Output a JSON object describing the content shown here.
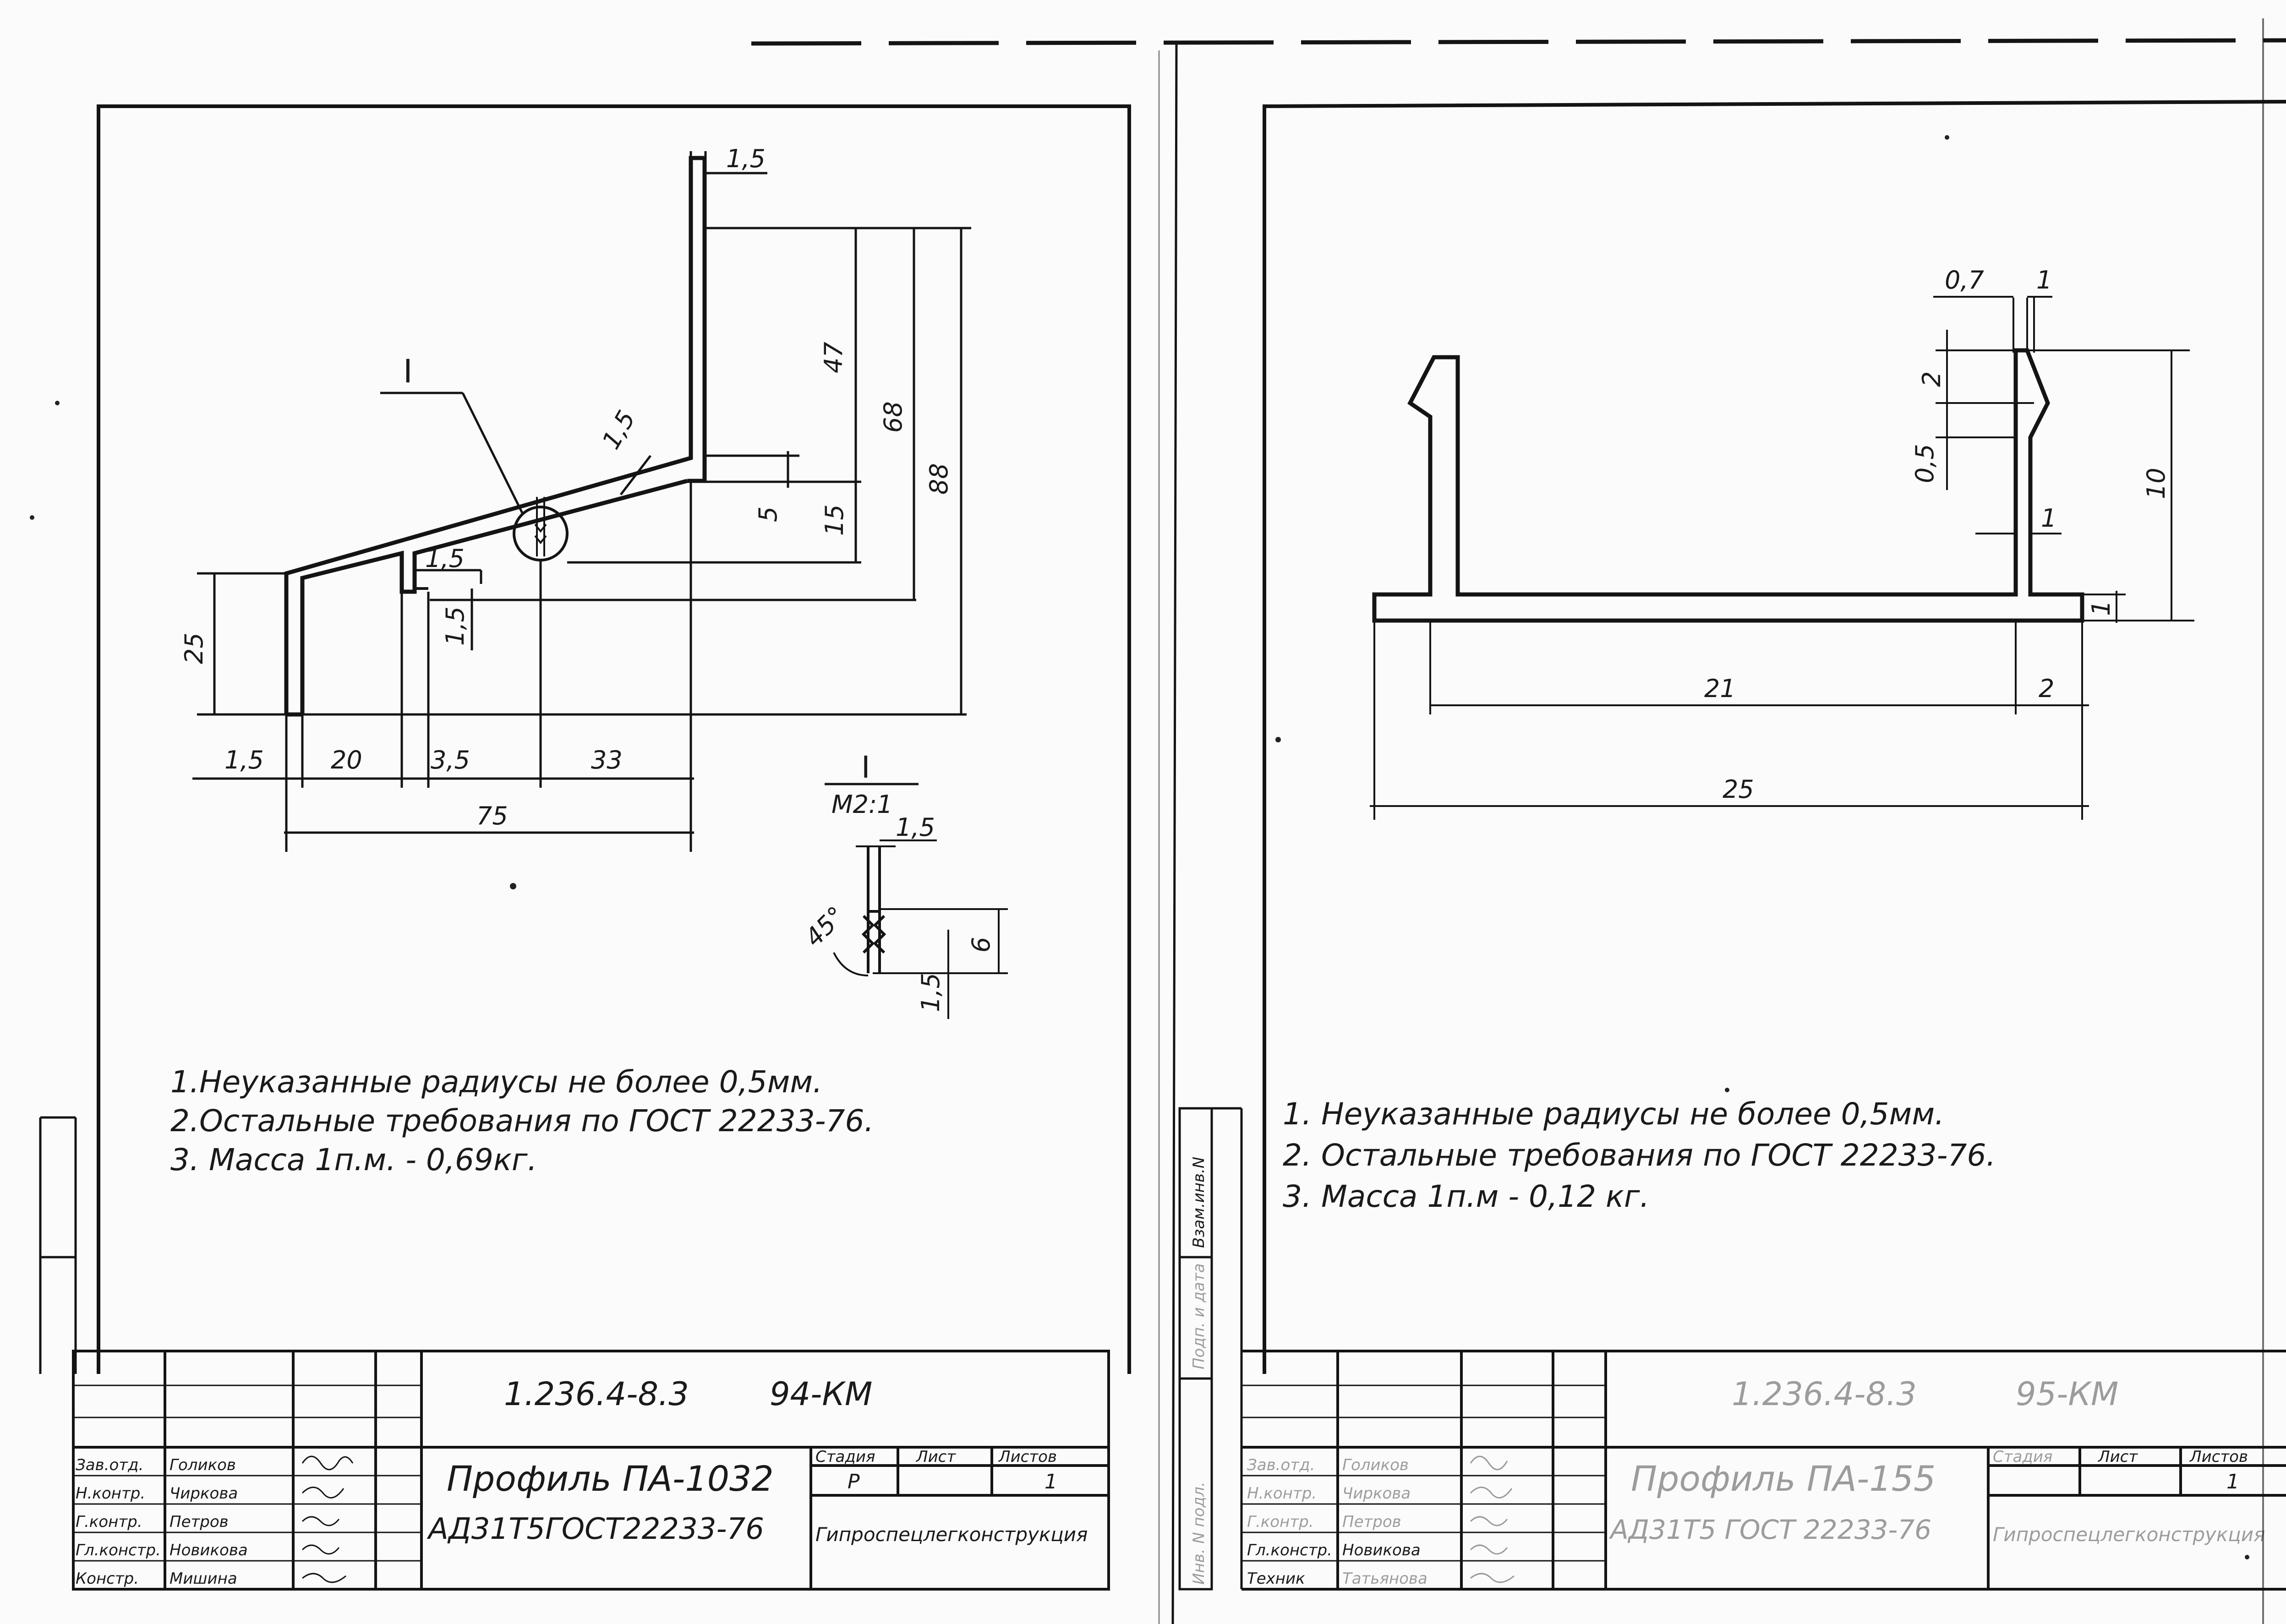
{
  "left_sheet": {
    "profile_dims": {
      "d_1_5_top": "1,5",
      "d_47": "47",
      "d_68": "68",
      "d_88": "88",
      "d_5": "5",
      "d_15": "15",
      "d_1_5_slope": "1,5",
      "d_1_5_inner_a": "1,5",
      "d_1_5_inner_b": "1,5",
      "d_25": "25",
      "d_1_5_bottom": "1,5",
      "d_20": "20",
      "d_3_5": "3,5",
      "d_33": "33",
      "d_75": "75"
    },
    "callout_mark": "I",
    "detail": {
      "title": "I",
      "scale": "M2:1",
      "d_1_5_a": "1,5",
      "angle": "45°",
      "d_6": "6",
      "d_1_5_b": "1,5"
    },
    "notes": [
      "1.Неуказанные радиусы не более 0,5мм.",
      "2.Остальные требования по ГОСТ 22233-76.",
      "3. Масса 1п.м. - 0,69кг."
    ],
    "title_block": {
      "doc_code": "1.236.4-8.3",
      "sheet_code": "94-КМ",
      "roles": [
        "Зав.отд.",
        "Н.контр.",
        "Г.контр.",
        "Гл.констр.",
        "Констр."
      ],
      "names": [
        "Голиков",
        "Чиркова",
        "Петров",
        "Новикова",
        "Мишина"
      ],
      "title": "Профиль ПА-1032",
      "material": "АД31Т5ГОСТ22233-76",
      "stage_label": "Стадия",
      "sheet_label": "Лист",
      "sheets_label": "Листов",
      "stage_value": "Р",
      "sheets_value": "1",
      "organization": "Гипроспецлегконструкция"
    }
  },
  "right_sheet": {
    "profile_dims": {
      "d_0_7": "0,7",
      "d_1_top": "1",
      "d_2": "2",
      "d_0_5": "0,5",
      "d_10": "10",
      "d_1_mid": "1",
      "d_1_right": "1",
      "d_21": "21",
      "d_2_bottom": "2",
      "d_25": "25"
    },
    "side_stamps": [
      "Взам.инв.N",
      "Подп. и дата",
      "Инв. N подл."
    ],
    "notes": [
      "1. Неуказанные радиусы не более 0,5мм.",
      "2. Остальные требования по ГОСТ 22233-76.",
      "3. Масса 1п.м - 0,12 кг."
    ],
    "title_block": {
      "doc_code": "1.236.4-8.3",
      "sheet_code": "95-КМ",
      "roles": [
        "Зав.отд.",
        "Н.контр.",
        "Г.контр.",
        "Гл.констр.",
        "Техник"
      ],
      "names": [
        "Голиков",
        "Чиркова",
        "Петров",
        "Новикова",
        "Татьянова"
      ],
      "title": "Профиль ПА-155",
      "material": "АД31Т5 ГОСТ 22233-76",
      "stage_label": "Стадия",
      "sheet_label": "Лист",
      "sheets_label": "Листов",
      "sheets_value": "1",
      "organization": "Гипроспецлегконструкция"
    }
  }
}
